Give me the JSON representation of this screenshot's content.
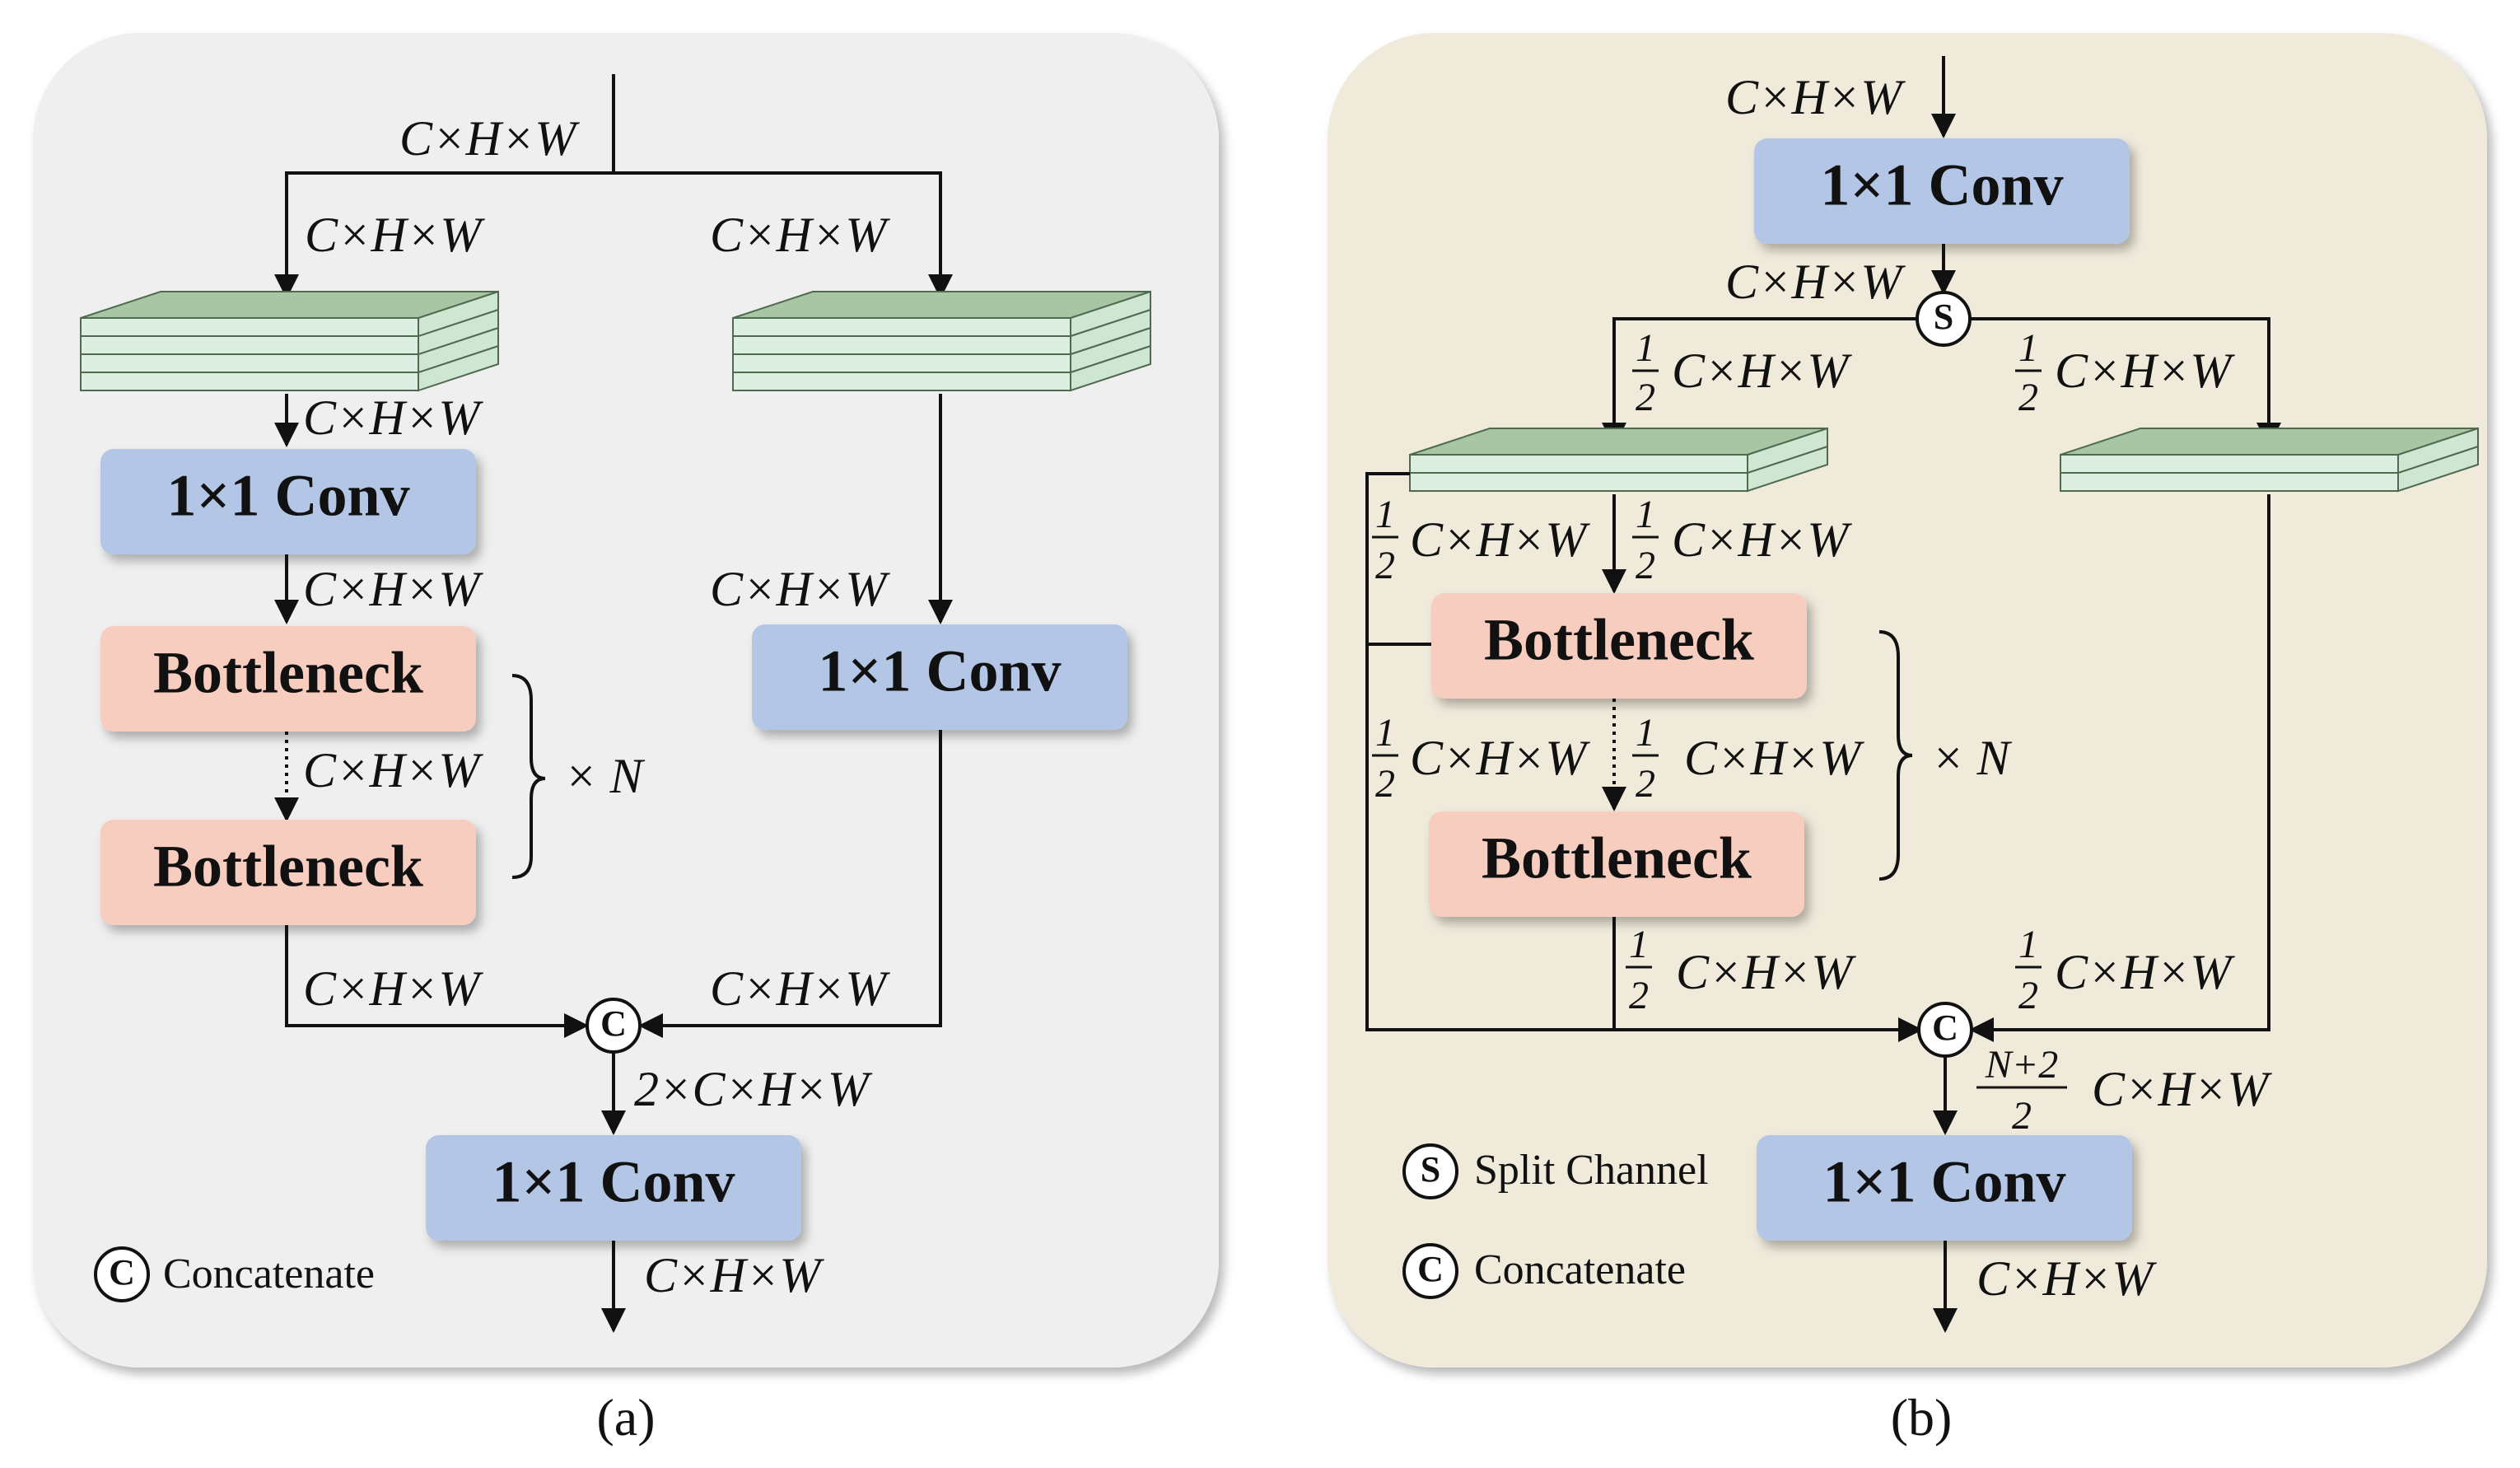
{
  "colors": {
    "panel_a_bg": "#efefef",
    "panel_b_bg": "#f0eadb",
    "conv_fill": "#b3c6e5",
    "bottleneck_fill": "#f7cdbf",
    "feature_top": "#a9c6a4",
    "feature_layer": "#dcefe0"
  },
  "blocks": {
    "conv": "1×1 Conv",
    "bottleneck": "Bottleneck"
  },
  "labels": {
    "chw": "C×H×W",
    "two_chw": "2×C×H×W",
    "half_num": "1",
    "half_den": "2",
    "n2_num": "N+2",
    "n2_den": "2",
    "times_n": "× N"
  },
  "symbols": {
    "split": "S",
    "concat": "C"
  },
  "legend": {
    "split": "Split Channel",
    "concat": "Concatenate"
  },
  "captions": {
    "a": "(a)",
    "b": "(b)"
  },
  "icons": [
    "split-symbol-icon",
    "concat-symbol-icon",
    "feature-map-stack-icon",
    "arrow-icon",
    "brace-icon"
  ]
}
